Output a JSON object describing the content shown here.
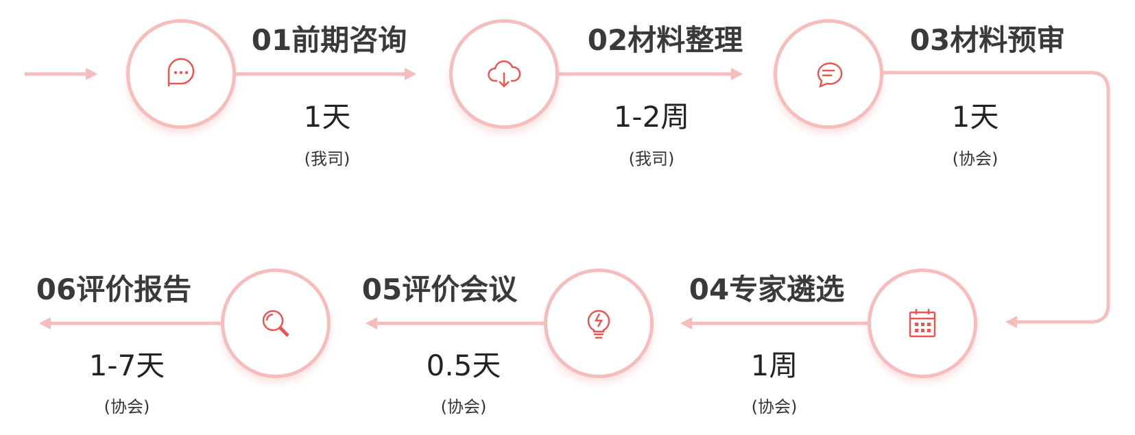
{
  "colors": {
    "line": "#f7bcbc",
    "icon": "#ef5350",
    "text": "#3a3a3a"
  },
  "steps": [
    {
      "title": "01前期咨询",
      "duration": "1天",
      "party": "(我司)",
      "icon": "chat-bubble-icon"
    },
    {
      "title": "02材料整理",
      "duration": "1-2周",
      "party": "(我司)",
      "icon": "cloud-download-icon"
    },
    {
      "title": "03材料预审",
      "duration": "1天",
      "party": "(协会)",
      "icon": "message-icon"
    },
    {
      "title": "04专家遴选",
      "duration": "1周",
      "party": "(协会)",
      "icon": "calendar-icon"
    },
    {
      "title": "05评价会议",
      "duration": "0.5天",
      "party": "(协会)",
      "icon": "lightbulb-icon"
    },
    {
      "title": "06评价报告",
      "duration": "1-7天",
      "party": "(协会)",
      "icon": "search-icon"
    }
  ]
}
